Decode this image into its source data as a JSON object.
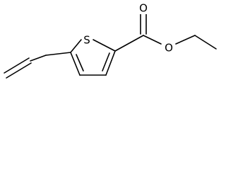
{
  "molecule": {
    "atom_labels": {
      "sulfur": "S",
      "carbonyl_oxygen": "O",
      "ester_oxygen": "O"
    }
  }
}
